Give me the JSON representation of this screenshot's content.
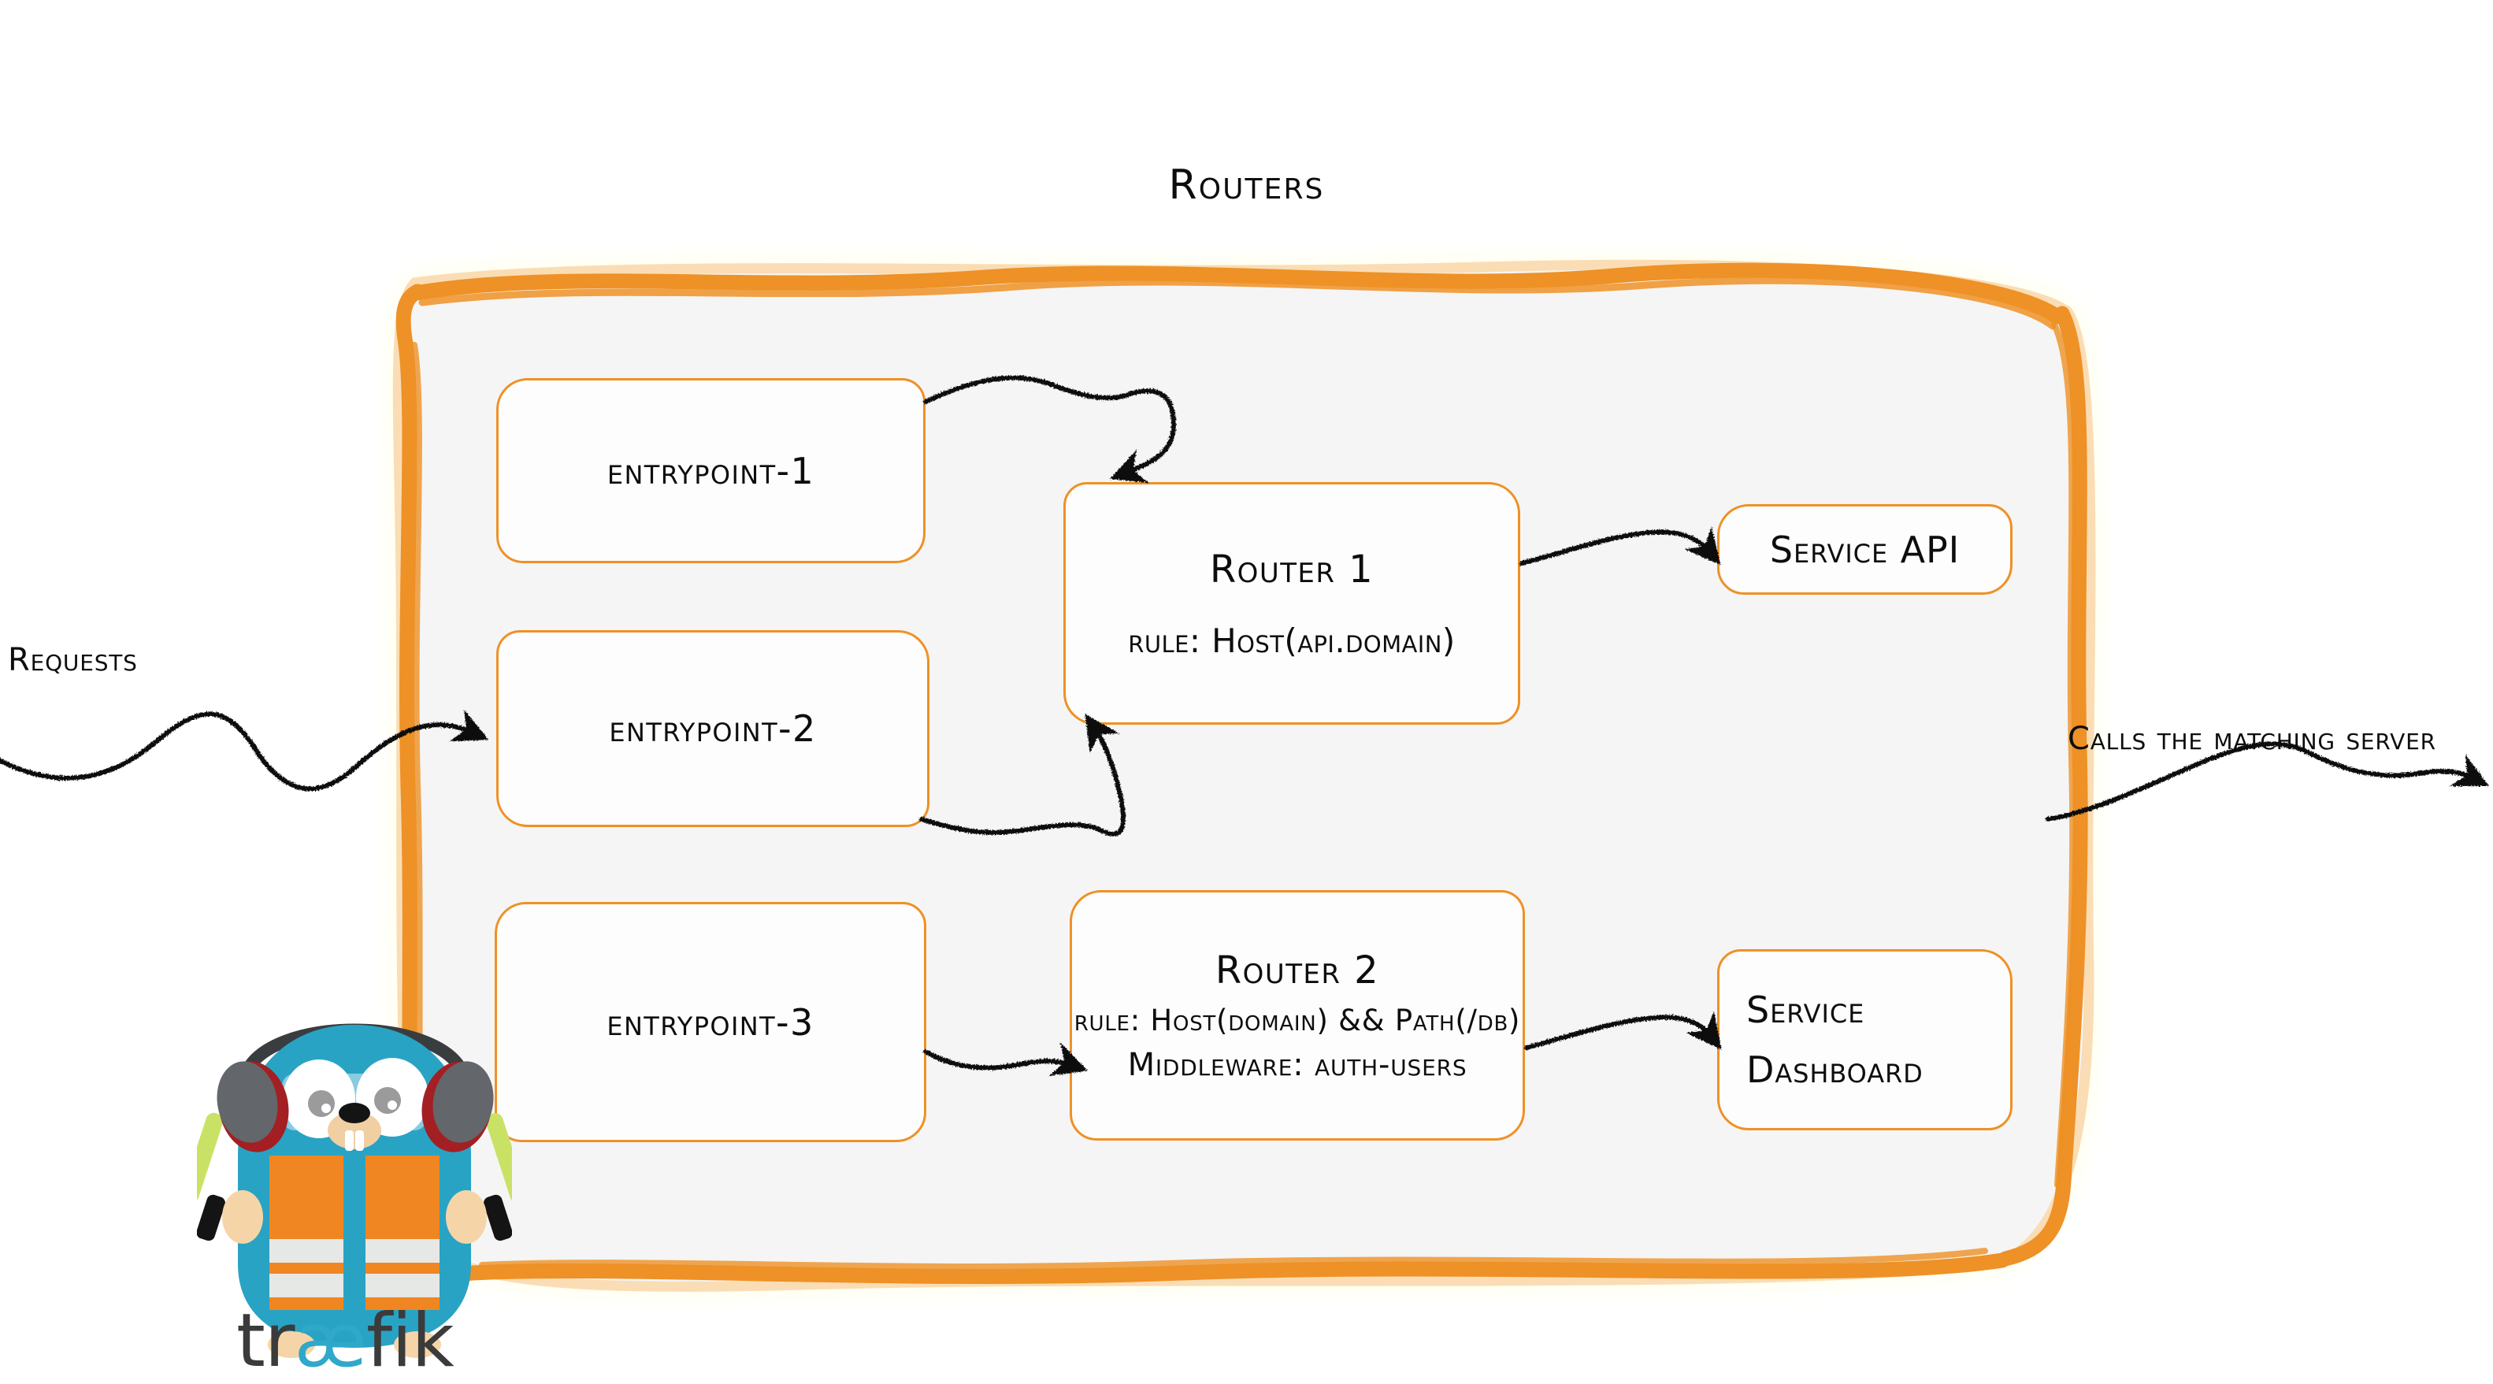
{
  "diagram": {
    "title": "Routers",
    "panel_color": "#f5f5f5",
    "accent_color": "#ee9126",
    "ink_color": "#0d0d0d"
  },
  "entrypoints": [
    {
      "label": "entrypoint-1"
    },
    {
      "label": "entrypoint-2"
    },
    {
      "label": "entrypoint-3"
    }
  ],
  "routers": [
    {
      "title": "Router 1",
      "rule": "rule: Host(api.domain)"
    },
    {
      "title": "Router 2",
      "rule": "rule: Host(domain) && Path(/db)",
      "middleware": "Middleware: auth-users"
    }
  ],
  "services": [
    {
      "label": "Service API"
    },
    {
      "label_line1": "Service",
      "label_line2": "Dashboard"
    }
  ],
  "captions": {
    "incoming": "Requests",
    "outgoing": "Calls the matching server"
  },
  "brand": {
    "name_part1": "tr",
    "name_accent": "æ",
    "name_part2": "fik",
    "logo_dark": "#3b3b3b",
    "logo_accent": "#2fa8c9",
    "gopher_body": "#29a3c4",
    "gopher_vest": "#f08622",
    "gopher_stripe": "#e6e8e6",
    "gopher_skin": "#f5d5a8",
    "gopher_headphone": "#63666a",
    "gopher_headphone_accent": "#a41f23",
    "gopher_wand": "#c9e265"
  }
}
